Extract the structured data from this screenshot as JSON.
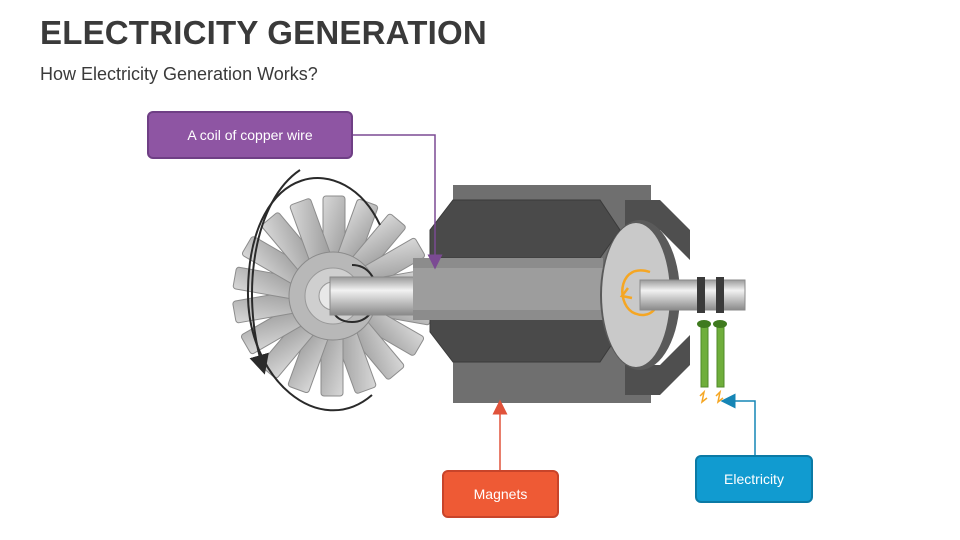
{
  "slide": {
    "title": "ELECTRICITY GENERATION",
    "subtitle": "How Electricity Generation Works?"
  },
  "callouts": {
    "coil": {
      "label": "A coil of copper wire",
      "color": "#8e55a3"
    },
    "magnets": {
      "label": "Magnets",
      "color": "#ee5a35"
    },
    "electricity": {
      "label": "Electricity",
      "color": "#119bd0"
    }
  },
  "colors": {
    "rotation_arrow_orange": "#f5a623",
    "wire_green": "#6fae3b"
  }
}
